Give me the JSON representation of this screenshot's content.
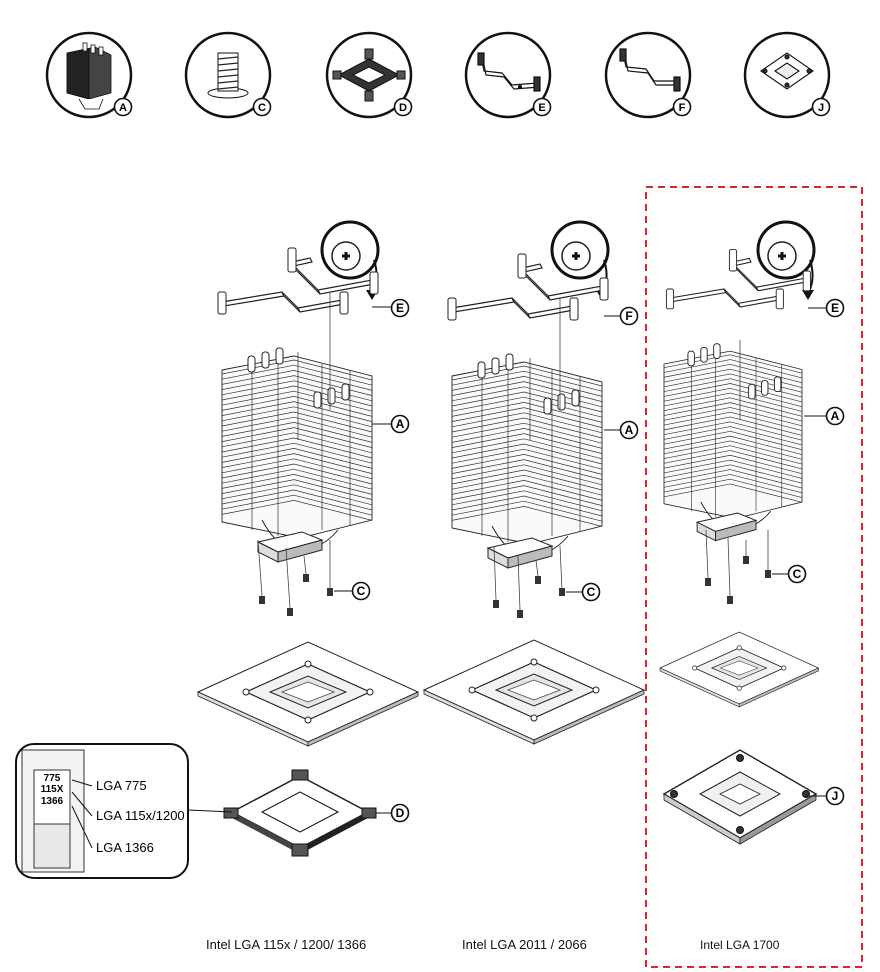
{
  "parts": [
    {
      "letter": "A",
      "icon": "heatsink-icon"
    },
    {
      "letter": "C",
      "icon": "screw-icon"
    },
    {
      "letter": "D",
      "icon": "backplate-frame-icon"
    },
    {
      "letter": "E",
      "icon": "mounting-bar-e-icon"
    },
    {
      "letter": "F",
      "icon": "mounting-bar-f-icon"
    },
    {
      "letter": "J",
      "icon": "lga1700-backplate-icon"
    }
  ],
  "columns": [
    {
      "caption": "Intel  LGA 115x / 1200/ 1366",
      "bar": "E",
      "heatsink": "A",
      "screw": "C",
      "frame": "D"
    },
    {
      "caption": "Intel  LGA 2011 / 2066",
      "bar": "F",
      "heatsink": "A",
      "screw": "C"
    },
    {
      "caption": "Intel LGA 1700",
      "bar": "E",
      "heatsink": "A",
      "screw": "C",
      "plate": "J"
    }
  ],
  "detail": {
    "marks": [
      "775",
      "115X",
      "1366"
    ],
    "labels": [
      "LGA 775",
      "LGA 115x/1200",
      "LGA 1366"
    ]
  },
  "colors": {
    "highlight": "#e0242c",
    "line": "#222222"
  }
}
